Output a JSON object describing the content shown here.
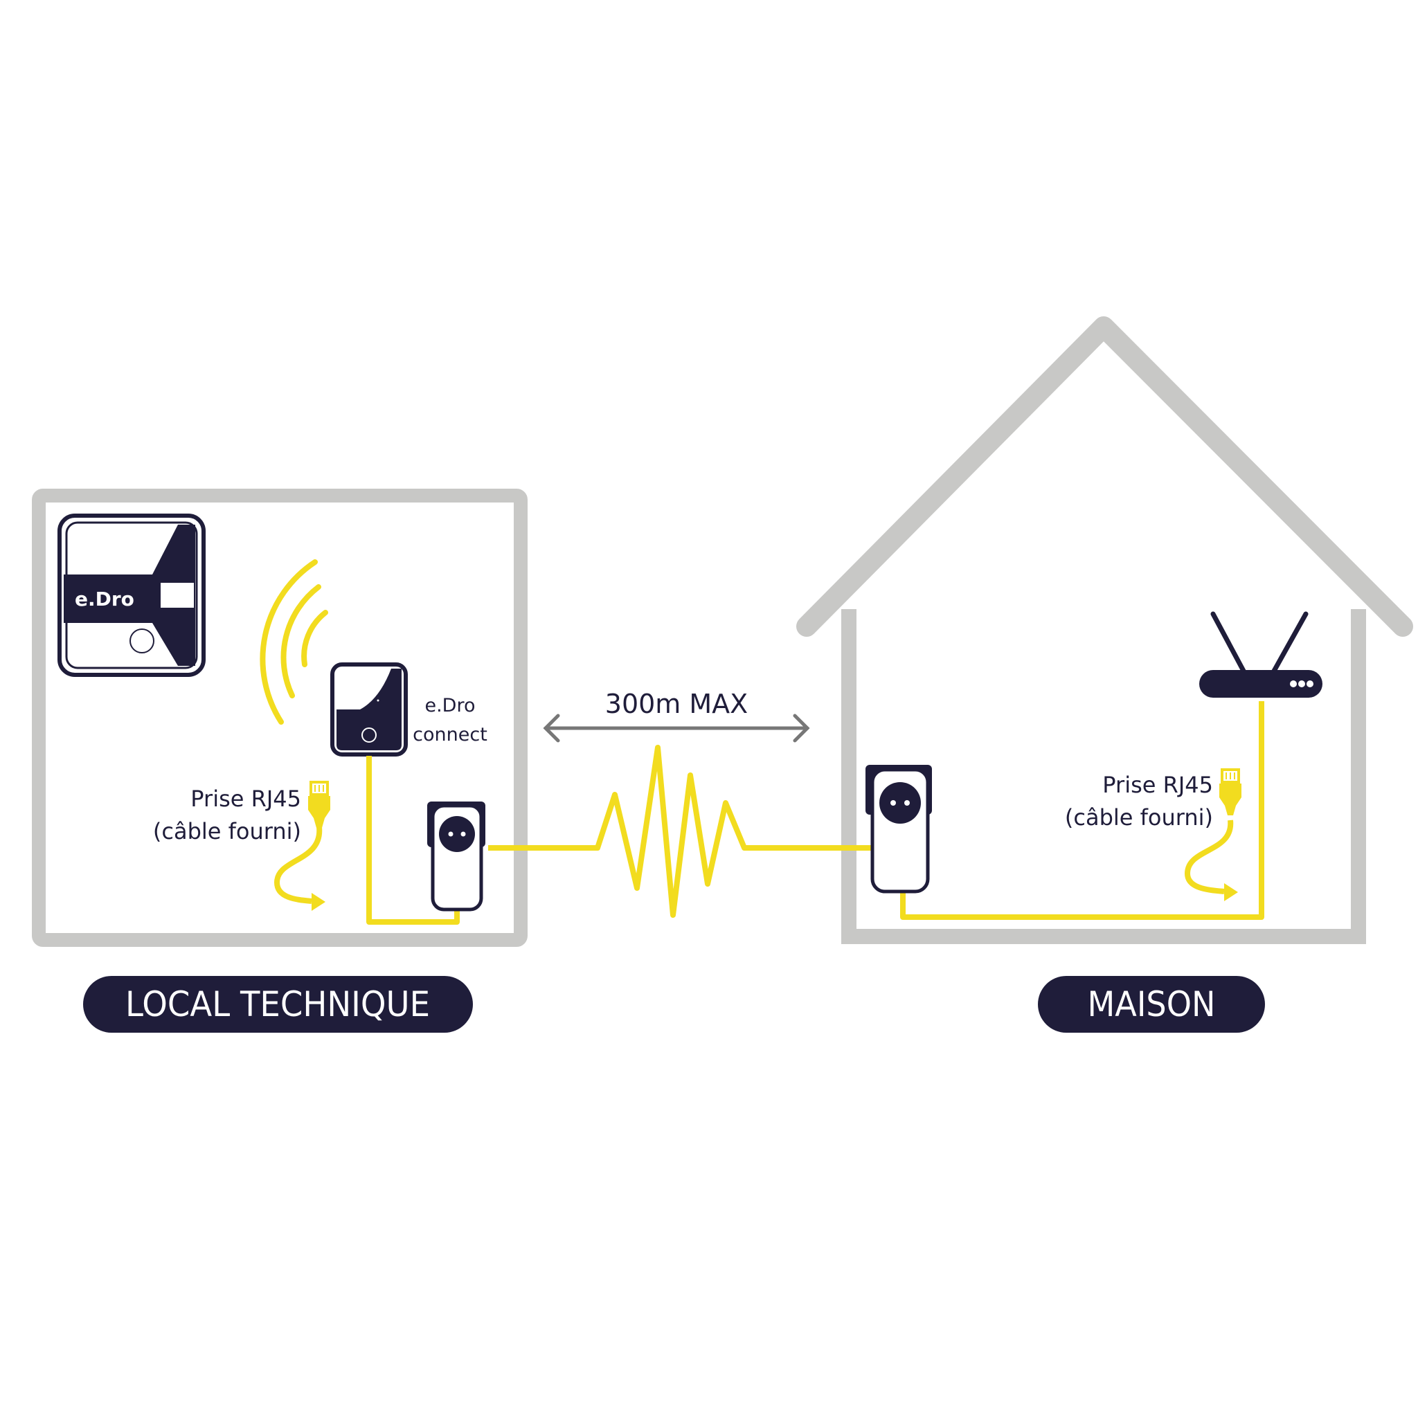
{
  "colors": {
    "wall": "#c8c8c6",
    "navy": "#1f1d3a",
    "yellow": "#f2dc1f",
    "distance_arrow": "#777777",
    "white": "#ffffff"
  },
  "edro_device": {
    "label": "e.Dro"
  },
  "edro_connect": {
    "line1": "e.Dro",
    "line2": "connect"
  },
  "rj45_left": {
    "line1": "Prise RJ45",
    "line2": "(câble fourni)"
  },
  "rj45_right": {
    "line1": "Prise RJ45",
    "line2": "(câble fourni)"
  },
  "distance": {
    "label": "300m MAX"
  },
  "badges": {
    "local": "LOCAL TECHNIQUE",
    "maison": "MAISON"
  }
}
